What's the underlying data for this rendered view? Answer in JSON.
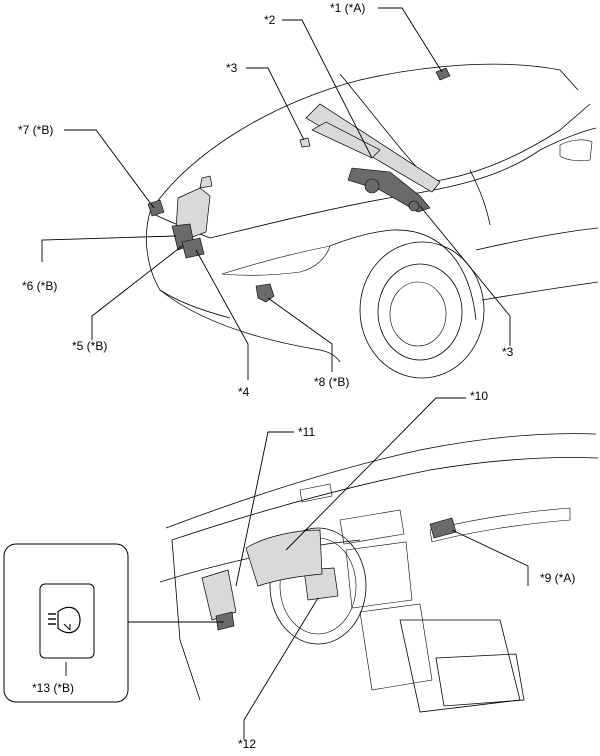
{
  "callouts": {
    "c1": "*1 (*A)",
    "c2": "*2",
    "c3a": "*3",
    "c3b": "*3",
    "c4": "*4",
    "c5": "*5 (*B)",
    "c6": "*6 (*B)",
    "c7": "*7 (*B)",
    "c8": "*8 (*B)",
    "c9": "*9 (*A)",
    "c10": "*10",
    "c11": "*11",
    "c12": "*12",
    "c13": "*13 (*B)"
  },
  "icons": {
    "inset_switch_symbol": "headlight-cleaner-icon"
  }
}
